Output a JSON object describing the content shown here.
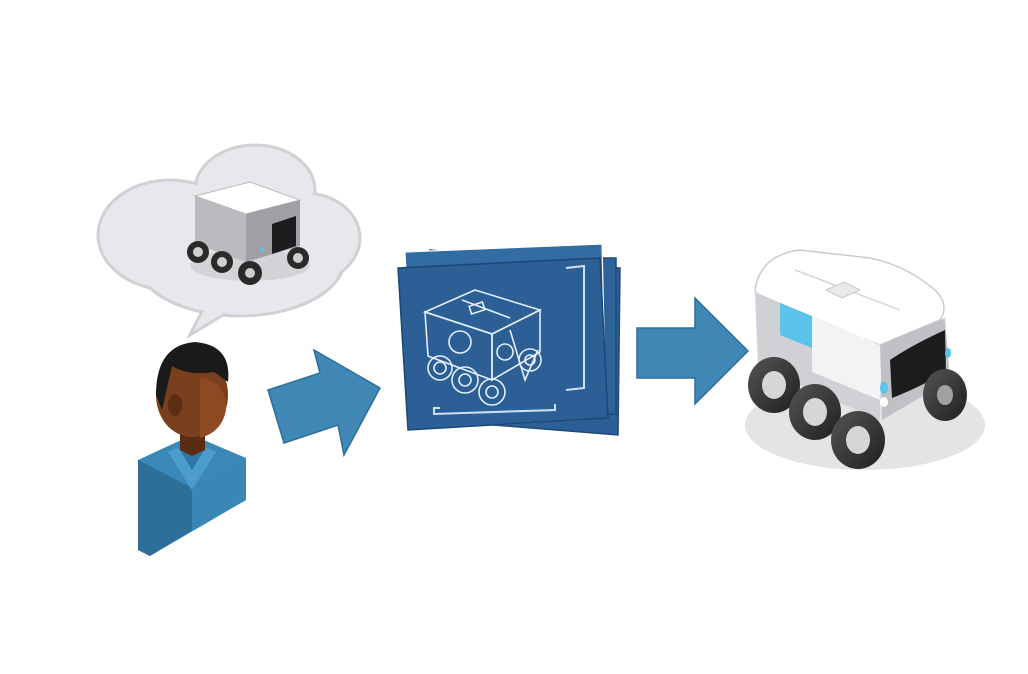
{
  "diagram": {
    "nodes": [
      {
        "id": "person-with-idea",
        "icon": "person-icon"
      },
      {
        "id": "idea-cloud",
        "icon": "thought-bubble-icon",
        "contains": "delivery-robot-icon"
      },
      {
        "id": "blueprints",
        "icon": "blueprint-stack-icon"
      },
      {
        "id": "built-robot",
        "icon": "delivery-robot-icon"
      }
    ],
    "edges": [
      {
        "from": "person-with-idea",
        "to": "blueprints",
        "icon": "arrow-right-icon"
      },
      {
        "from": "blueprints",
        "to": "built-robot",
        "icon": "arrow-right-icon"
      }
    ]
  },
  "colors": {
    "arrow": "#3f88b5",
    "blueprint": "#2b5f95",
    "shirt": "#3b88b8",
    "skin": "#7a3f1c",
    "cloud": "#e6e7ea",
    "robot_body": "#d7d8da",
    "robot_window": "#5bc2ea"
  }
}
